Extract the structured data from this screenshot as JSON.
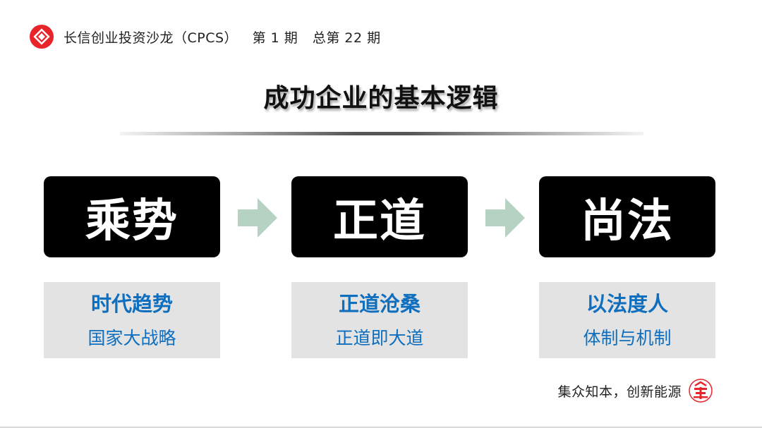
{
  "header": {
    "org": "长信创业投资沙龙（CPCS）",
    "issue": "第 1 期",
    "total": "总第 22 期",
    "logo_icon": "red-diamond-logo-icon"
  },
  "title": "成功企业的基本逻辑",
  "steps": [
    {
      "label": "乘势",
      "desc_title": "时代趋势",
      "desc_sub": "国家大战略"
    },
    {
      "label": "正道",
      "desc_title": "正道沧桑",
      "desc_sub": "正道即大道"
    },
    {
      "label": "尚法",
      "desc_title": "以法度人",
      "desc_sub": "体制与机制"
    }
  ],
  "arrow_icon": "right-arrow-icon",
  "footer": {
    "slogan": "集众知本，创新能源",
    "icon": "red-emblem-icon"
  },
  "colors": {
    "brand_red": "#e8242b",
    "accent_blue": "#0f6fbe",
    "arrow_green": "#b5d2c3",
    "card_black": "#000000",
    "desc_gray": "#e3e3e3"
  }
}
